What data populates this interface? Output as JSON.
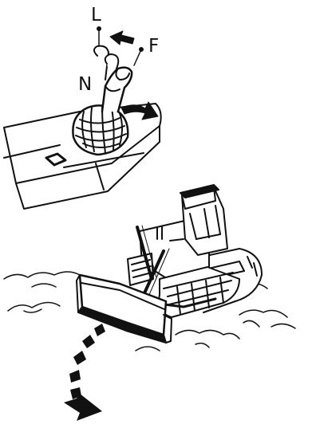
{
  "labels": {
    "lever_left": "L",
    "lever_forward": "F",
    "lever_neutral": "N"
  },
  "icons": {
    "lever": "joystick-lever-icon",
    "bulldozer": "bulldozer-icon",
    "turn_arrow": "curved-turn-arrow-icon",
    "direction_arrow": "direction-arrow-icon"
  },
  "colors": {
    "ink": "#111111",
    "paper": "#ffffff"
  }
}
